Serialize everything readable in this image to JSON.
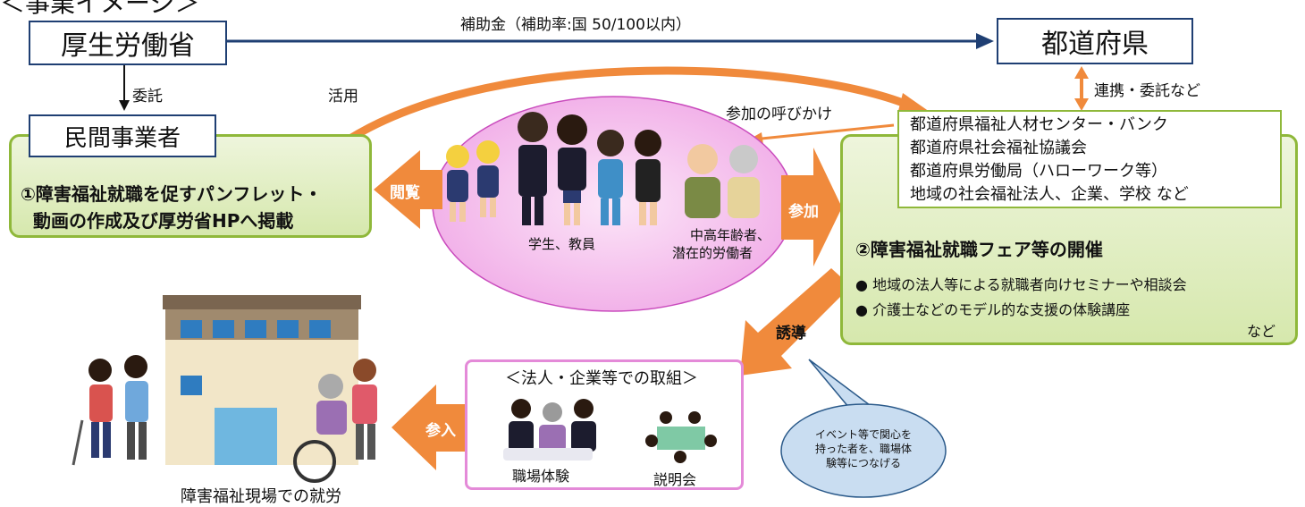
{
  "header": {
    "title": "＜事業イメージ＞"
  },
  "nodes": {
    "ministry": "厚生労働省",
    "prefecture": "都道府県",
    "private": "民間事業者"
  },
  "links": {
    "subsidy": "補助金（補助率:国 50/100以内）",
    "commission": "委託",
    "use": "活用",
    "cooperation": "連携・委託など",
    "call": "参加の呼びかけ"
  },
  "partners": [
    "都道府県福祉人材センター・バンク",
    "都道府県社会福祉協議会",
    "都道府県労働局（ハローワーク等）",
    "地域の社会福祉法人、企業、学校 など"
  ],
  "pamphlet": {
    "line1": "①障害福祉就職を促すパンフレット・",
    "line2": "動画の作成及び厚労省HPへ掲載"
  },
  "fair": {
    "title": "②障害福祉就職フェア等の開催",
    "item1": "地域の法人等による就職者向けセミナーや相談会",
    "item2": "介護士などのモデル的な支援の体験講座",
    "suffix": "など"
  },
  "audience": {
    "students": "学生、教員",
    "older_line1": "中高年齢者、",
    "older_line2": "潜在的労働者"
  },
  "arrows": {
    "view": "閲覧",
    "join": "参加",
    "guide": "誘導",
    "enter": "参入"
  },
  "corporate": {
    "title": "＜法人・企業等での取組＞",
    "experience": "職場体験",
    "briefing": "説明会"
  },
  "callout": {
    "line1": "イベント等で関心を",
    "line2": "持った者を、職場体",
    "line3": "験等につなげる"
  },
  "workplace": {
    "caption": "障害福祉現場での就労"
  },
  "colors": {
    "navy": "#1f3f73",
    "green_border": "#8fb83a",
    "orange": "#f08a3c",
    "pink": "#f2b3ea",
    "callout_blue": "#c9ddf1"
  }
}
